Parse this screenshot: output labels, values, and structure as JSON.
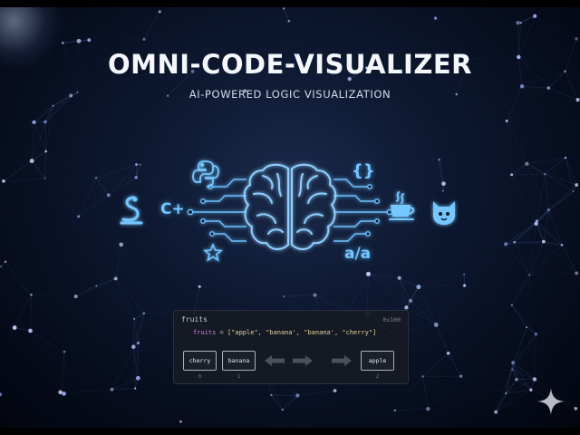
{
  "header": {
    "title": "OMNI-CODE-VISUALIZER",
    "subtitle": "AI-POWERED LOGIC VISUALIZATION"
  },
  "hero": {
    "brain_icon": "brain-circuit-icon",
    "left_icons": [
      "python-icon",
      "snake-icon",
      "star-icon"
    ],
    "right_icons": [
      "braces-icon",
      "java-cup-icon",
      "mascot-icon"
    ],
    "lang_cpp": "C+",
    "lang_aa": "a/a",
    "braces": "{}",
    "accent_color": "#5ab8ff"
  },
  "code_card": {
    "var_name": "fruits",
    "address": "0x100",
    "code_var": "fruits",
    "code_op": " = ",
    "code_values": "[\"apple\", \"banana', \"banana', \"cherry\"]",
    "cells": [
      {
        "value": "cherry",
        "index": "0"
      },
      {
        "value": "banana",
        "index": "1"
      },
      {
        "value": "apple",
        "index": "2"
      }
    ]
  },
  "footer": {
    "sparkle_icon": "sparkle-icon"
  }
}
